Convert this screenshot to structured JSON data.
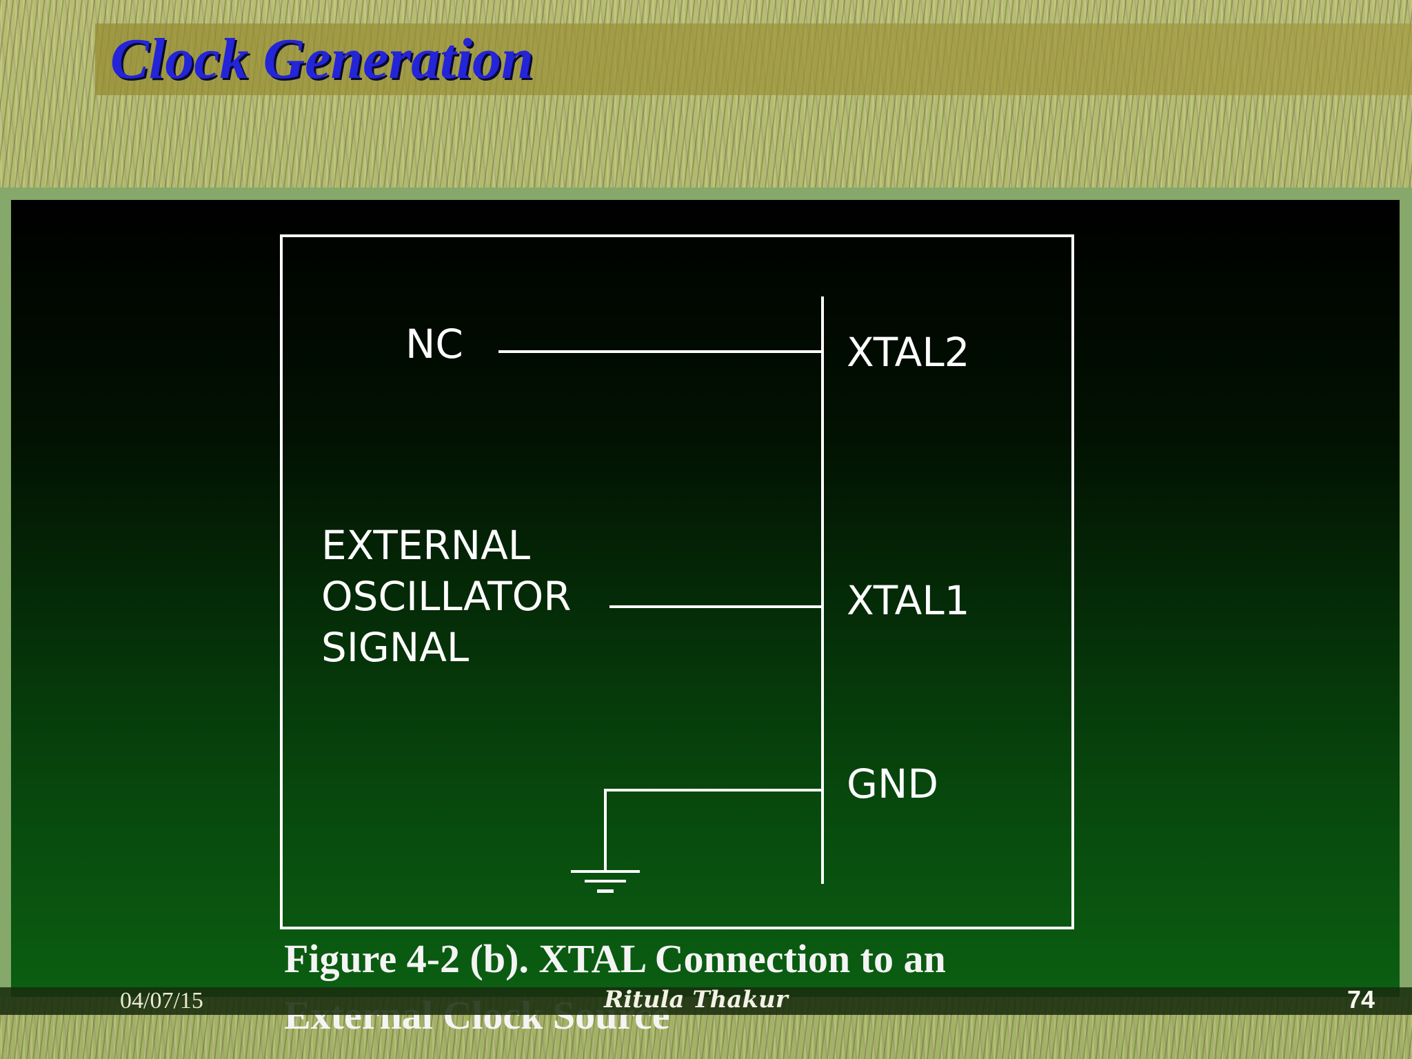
{
  "slide": {
    "title": "Clock Generation"
  },
  "diagram": {
    "left_labels": {
      "nc": "NC",
      "oscillator_line1": "EXTERNAL",
      "oscillator_line2": "OSCILLATOR",
      "oscillator_line3": "SIGNAL"
    },
    "pins": {
      "xtal2": "XTAL2",
      "xtal1": "XTAL1",
      "gnd": "GND"
    },
    "caption_line1": "Figure 4-2 (b). XTAL Connection to an",
    "caption_line2": "External Clock Source"
  },
  "footer": {
    "date": "04/07/15",
    "author": "Ritula Thakur",
    "page_number": "74"
  },
  "colors": {
    "title": "#2424d8",
    "panel_top": "#000000",
    "panel_bottom": "#0b5f12",
    "line": "#ffffff"
  }
}
